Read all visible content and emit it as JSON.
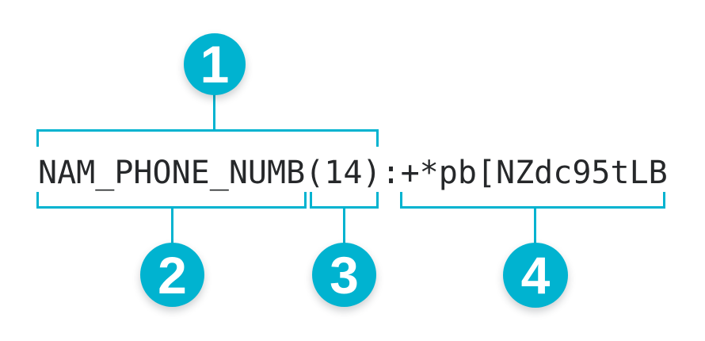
{
  "diagram": {
    "annotated_string": {
      "field_name": "NAM_PHONE_NUMB",
      "length": "(14)",
      "separator": ":",
      "masked_value": "+*pb[NZdc95tLB",
      "full": "NAM_PHONE_NUMB(14):+*pb[NZdc95tLB"
    },
    "callouts": [
      {
        "label": "1"
      },
      {
        "label": "2"
      },
      {
        "label": "3"
      },
      {
        "label": "4"
      }
    ],
    "colors": {
      "accent": "#00b3d0",
      "text": "#26282a",
      "callout_number": "#ffffff",
      "background": "#ffffff"
    }
  }
}
